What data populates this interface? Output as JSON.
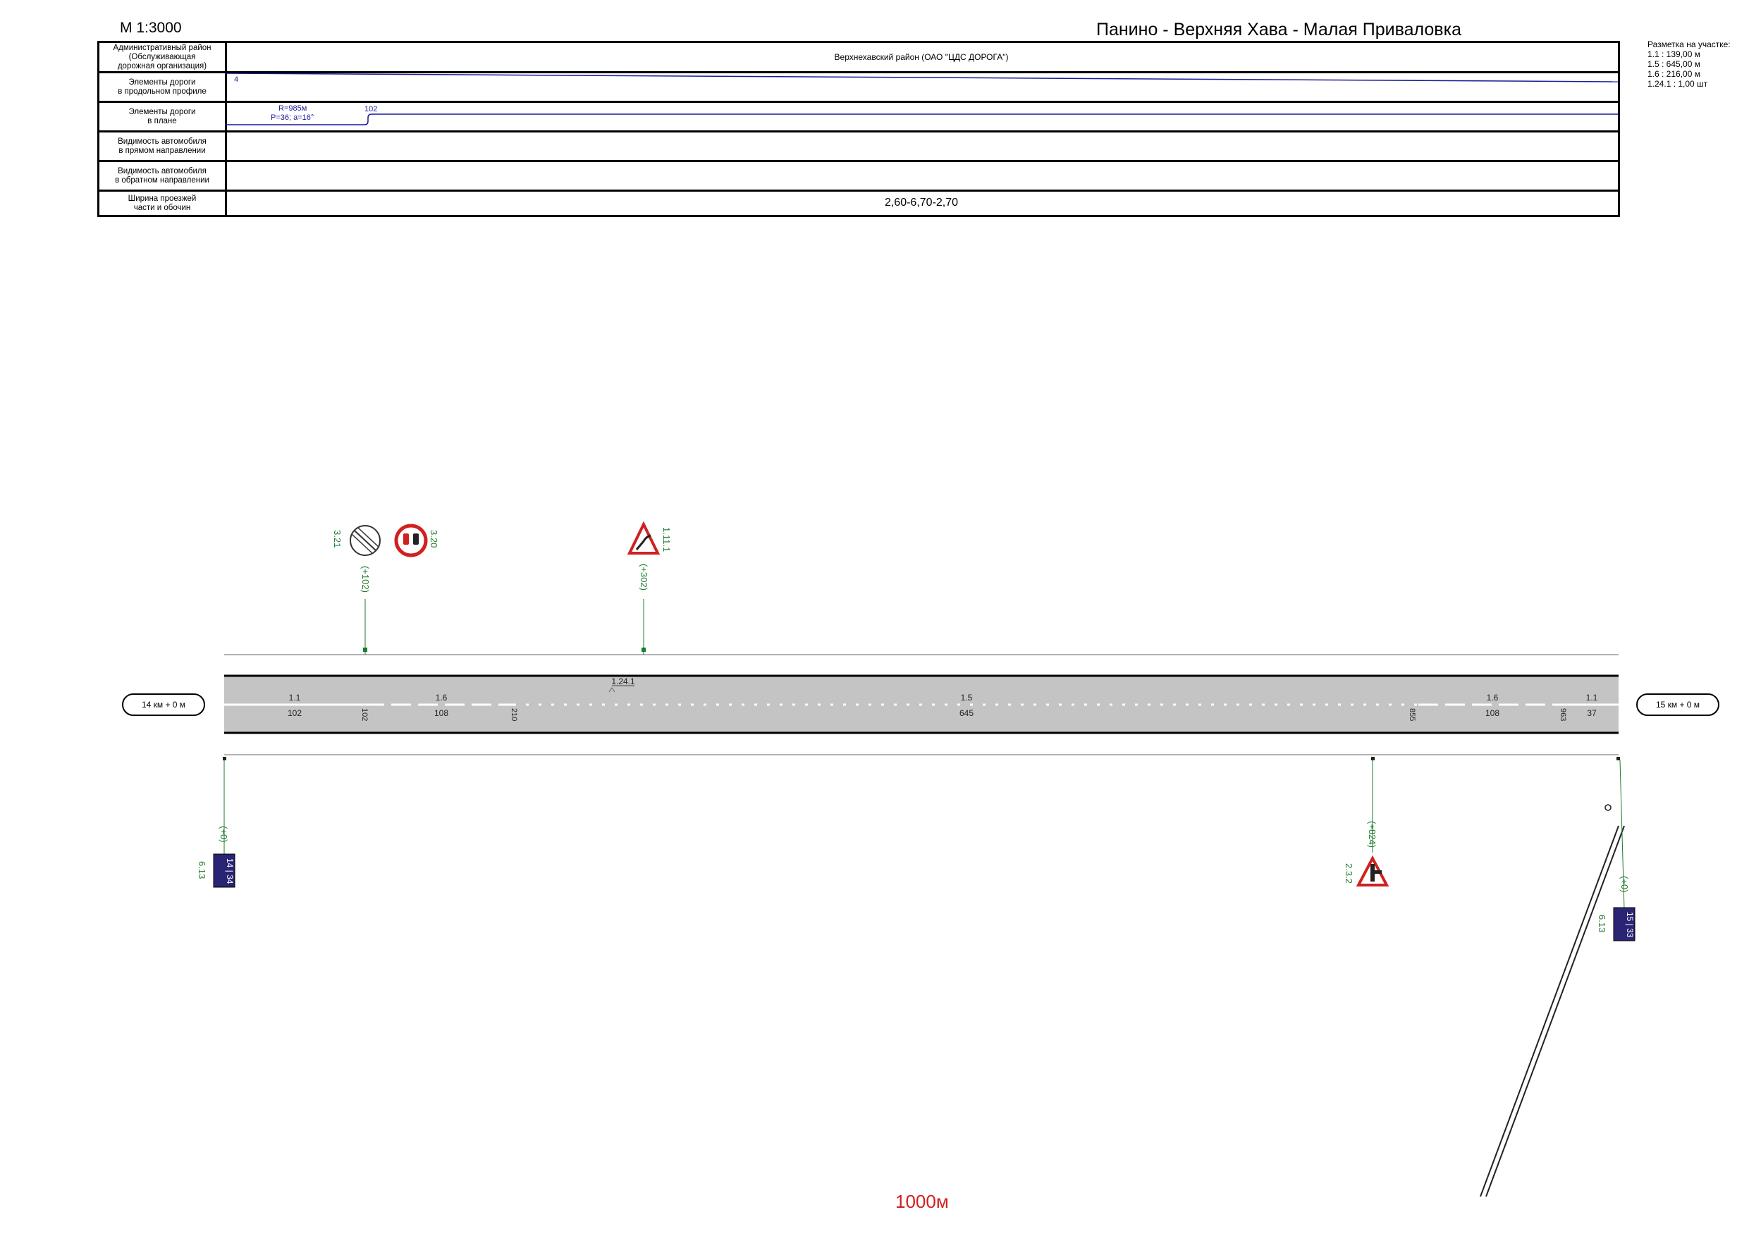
{
  "header": {
    "scale": "М 1:3000",
    "title": "Панино - Верхняя Хава - Малая Приваловка"
  },
  "legend": {
    "title": "Разметка на участке:",
    "items": [
      "1.1 : 139,00 м",
      "1.5 : 645,00 м",
      "1.6 : 216,00 м",
      "1.24.1 : 1,00 шт"
    ]
  },
  "table": {
    "rows": [
      {
        "label": "Административный район\n(Обслуживающая\nдорожная организация)",
        "value": "Верхнехавский район (ОАО \"ЦДС ДОРОГА\")"
      },
      {
        "label": "Элементы дороги\nв продольном профиле",
        "value": "4"
      },
      {
        "label": "Элементы дороги\nв плане",
        "value": ""
      },
      {
        "label": "Видимость автомобиля\nв прямом направлении",
        "value": ""
      },
      {
        "label": "Видимость автомобиля\nв обратном направлении",
        "value": ""
      },
      {
        "label": "Ширина проезжей\nчасти и обочин",
        "value": "2,60-6,70-2,70"
      }
    ],
    "plan_curve": {
      "radius": "R=985м",
      "params": "P=36; a=16°",
      "end": "102"
    }
  },
  "road": {
    "km_start": "14 км + 0 м",
    "km_end": "15 км + 0 м",
    "markings": [
      {
        "type": "1.1",
        "length": "102"
      },
      {
        "type": "1.6",
        "length": "108"
      },
      {
        "type": "1.5",
        "length": "645"
      },
      {
        "type": "1.6",
        "length": "108"
      },
      {
        "type": "1.1",
        "length": "37"
      }
    ],
    "boundaries": [
      "102",
      "210",
      "855",
      "963"
    ],
    "special_marking": "1.24.1"
  },
  "signs": {
    "top": [
      {
        "code": "3.21",
        "offset": "(+102)"
      },
      {
        "code": "3.20",
        "offset": ""
      },
      {
        "code": "1.11.1",
        "offset": "(+302)"
      }
    ],
    "bottom": [
      {
        "code": "6.13",
        "offset": "(+0)",
        "plate": "14 | 34"
      },
      {
        "code": "2.3.2",
        "offset": "(+824)"
      },
      {
        "code": "6.13",
        "offset": "(+0)",
        "plate": "15 | 33"
      }
    ]
  },
  "colors": {
    "line": "#1a1a9a",
    "sign_text": "#1e7a2a",
    "road": "#c4c4c4",
    "footer": "#d12020",
    "plate": "#2a2474"
  },
  "footer": {
    "distance": "1000м"
  }
}
